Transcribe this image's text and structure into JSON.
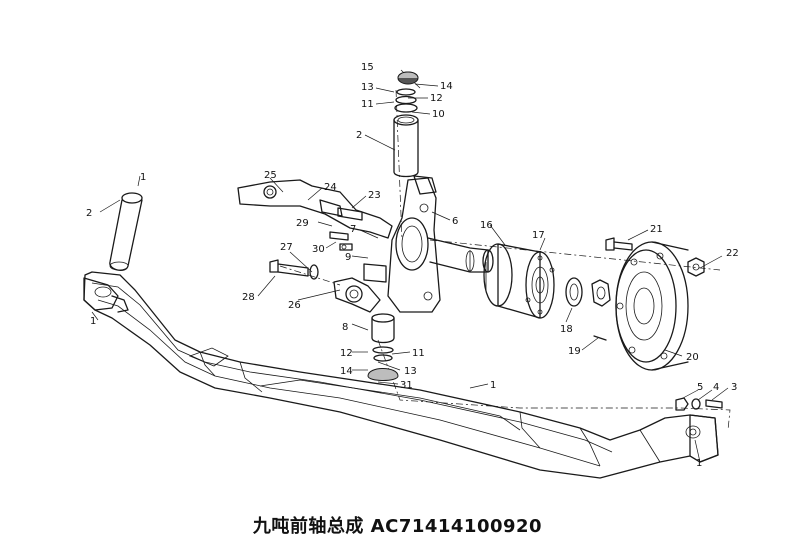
{
  "diagram": {
    "caption": "九吨前轴总成 AC71414100920",
    "callouts": [
      {
        "id": "c15",
        "text": "15"
      },
      {
        "id": "c14a",
        "text": "14"
      },
      {
        "id": "c13a",
        "text": "13"
      },
      {
        "id": "c12a",
        "text": "12"
      },
      {
        "id": "c11a",
        "text": "11"
      },
      {
        "id": "c10",
        "text": "10"
      },
      {
        "id": "c2a",
        "text": "2"
      },
      {
        "id": "c25",
        "text": "25"
      },
      {
        "id": "c24",
        "text": "24"
      },
      {
        "id": "c23",
        "text": "23"
      },
      {
        "id": "c29",
        "text": "29"
      },
      {
        "id": "c7",
        "text": "7"
      },
      {
        "id": "c30",
        "text": "30"
      },
      {
        "id": "c27",
        "text": "27"
      },
      {
        "id": "c9",
        "text": "9"
      },
      {
        "id": "c6",
        "text": "6"
      },
      {
        "id": "c28",
        "text": "28"
      },
      {
        "id": "c26",
        "text": "26"
      },
      {
        "id": "c16",
        "text": "16"
      },
      {
        "id": "c17",
        "text": "17"
      },
      {
        "id": "c21",
        "text": "21"
      },
      {
        "id": "c22",
        "text": "22"
      },
      {
        "id": "c18",
        "text": "18"
      },
      {
        "id": "c19",
        "text": "19"
      },
      {
        "id": "c20",
        "text": "20"
      },
      {
        "id": "c8",
        "text": "8"
      },
      {
        "id": "c12b",
        "text": "12"
      },
      {
        "id": "c11b",
        "text": "11"
      },
      {
        "id": "c13b",
        "text": "13"
      },
      {
        "id": "c14b",
        "text": "14"
      },
      {
        "id": "c31",
        "text": "31"
      },
      {
        "id": "c1a",
        "text": "1"
      },
      {
        "id": "c1b",
        "text": "1"
      },
      {
        "id": "c2b",
        "text": "2"
      },
      {
        "id": "c1c",
        "text": "1"
      },
      {
        "id": "c1d",
        "text": "1"
      },
      {
        "id": "c5",
        "text": "5"
      },
      {
        "id": "c4",
        "text": "4"
      },
      {
        "id": "c3",
        "text": "3"
      }
    ]
  }
}
